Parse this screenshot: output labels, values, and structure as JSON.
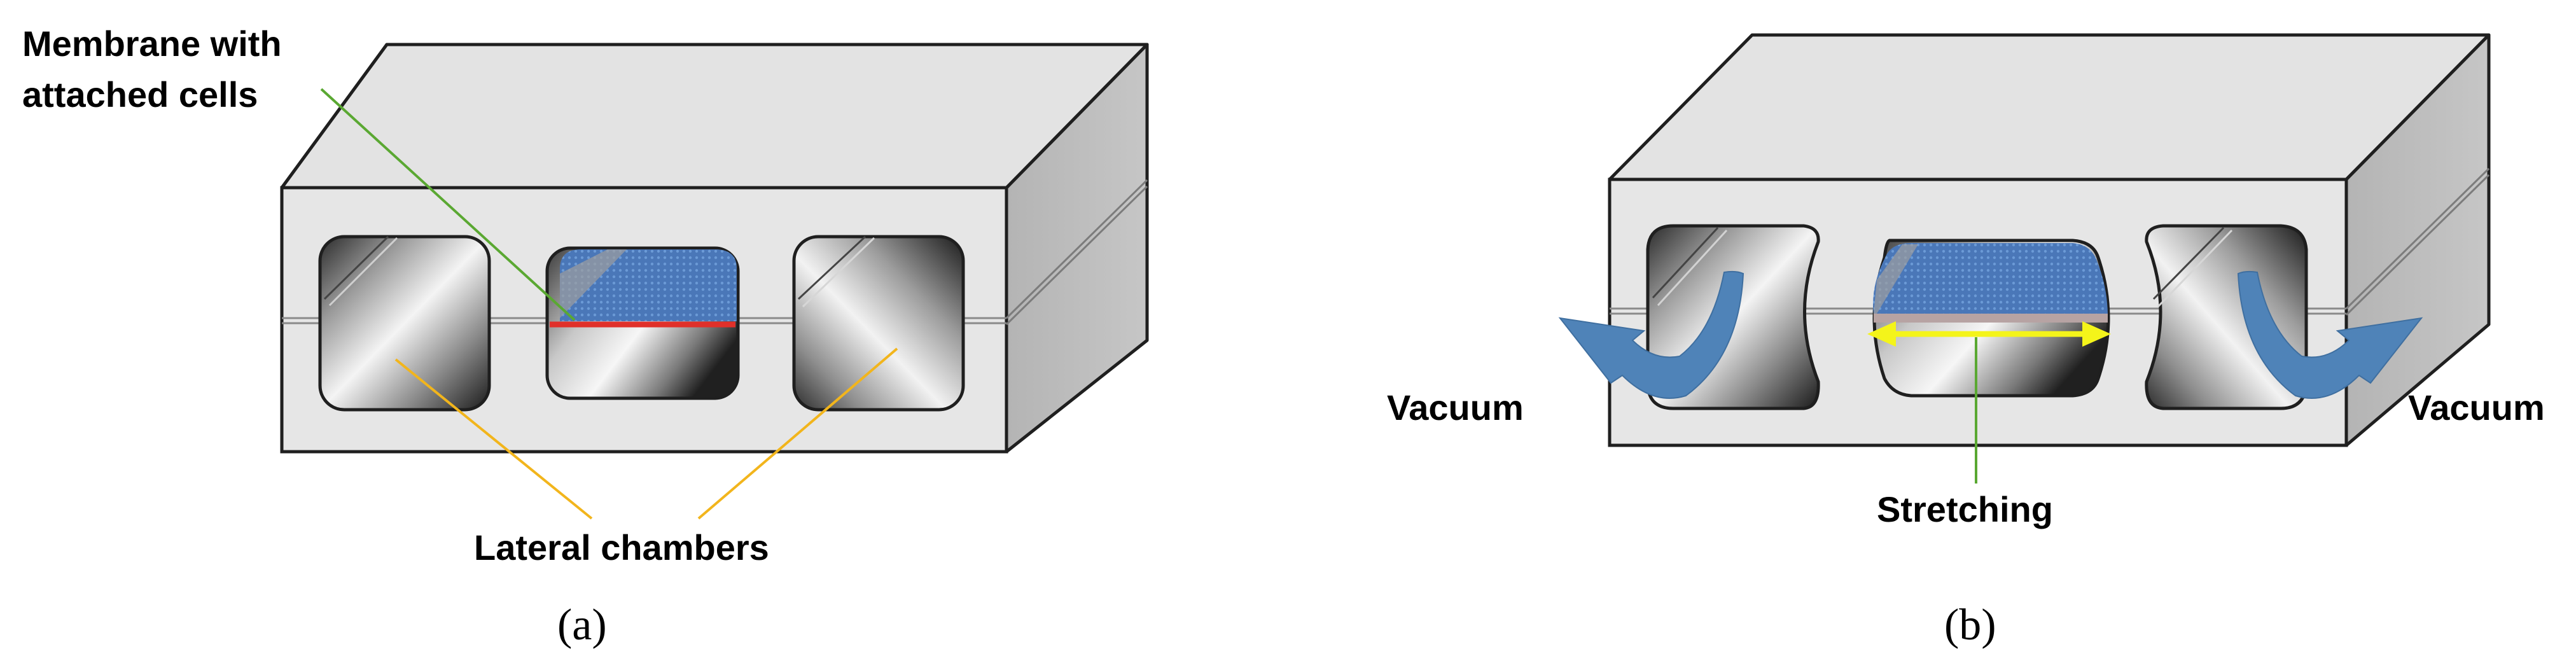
{
  "panel_a": {
    "label_membrane_line1": "Membrane with",
    "label_membrane_line2": "attached cells",
    "label_lateral": "Lateral chambers",
    "caption": "(a)"
  },
  "panel_b": {
    "label_vacuum_left": "Vacuum",
    "label_vacuum_right": "Vacuum",
    "label_stretching": "Stretching",
    "caption": "(b)"
  },
  "colors": {
    "block_front": "#e6e6e6",
    "block_top": "#e3e3e3",
    "block_side": "#bcbcbc",
    "outline": "#1f1f1f",
    "membrane_line": "#e0302a",
    "cells": "#4a77b8",
    "cells_light": "#6b9ad6",
    "pointer_green": "#5aa832",
    "pointer_orange": "#f2b51c",
    "arrow_blue": "#4f83b8",
    "stretch_yellow": "#f4f41a"
  },
  "icons": {
    "vacuum_arrow": "curved-arrow-icon",
    "stretch_arrow": "double-headed-arrow-icon"
  }
}
